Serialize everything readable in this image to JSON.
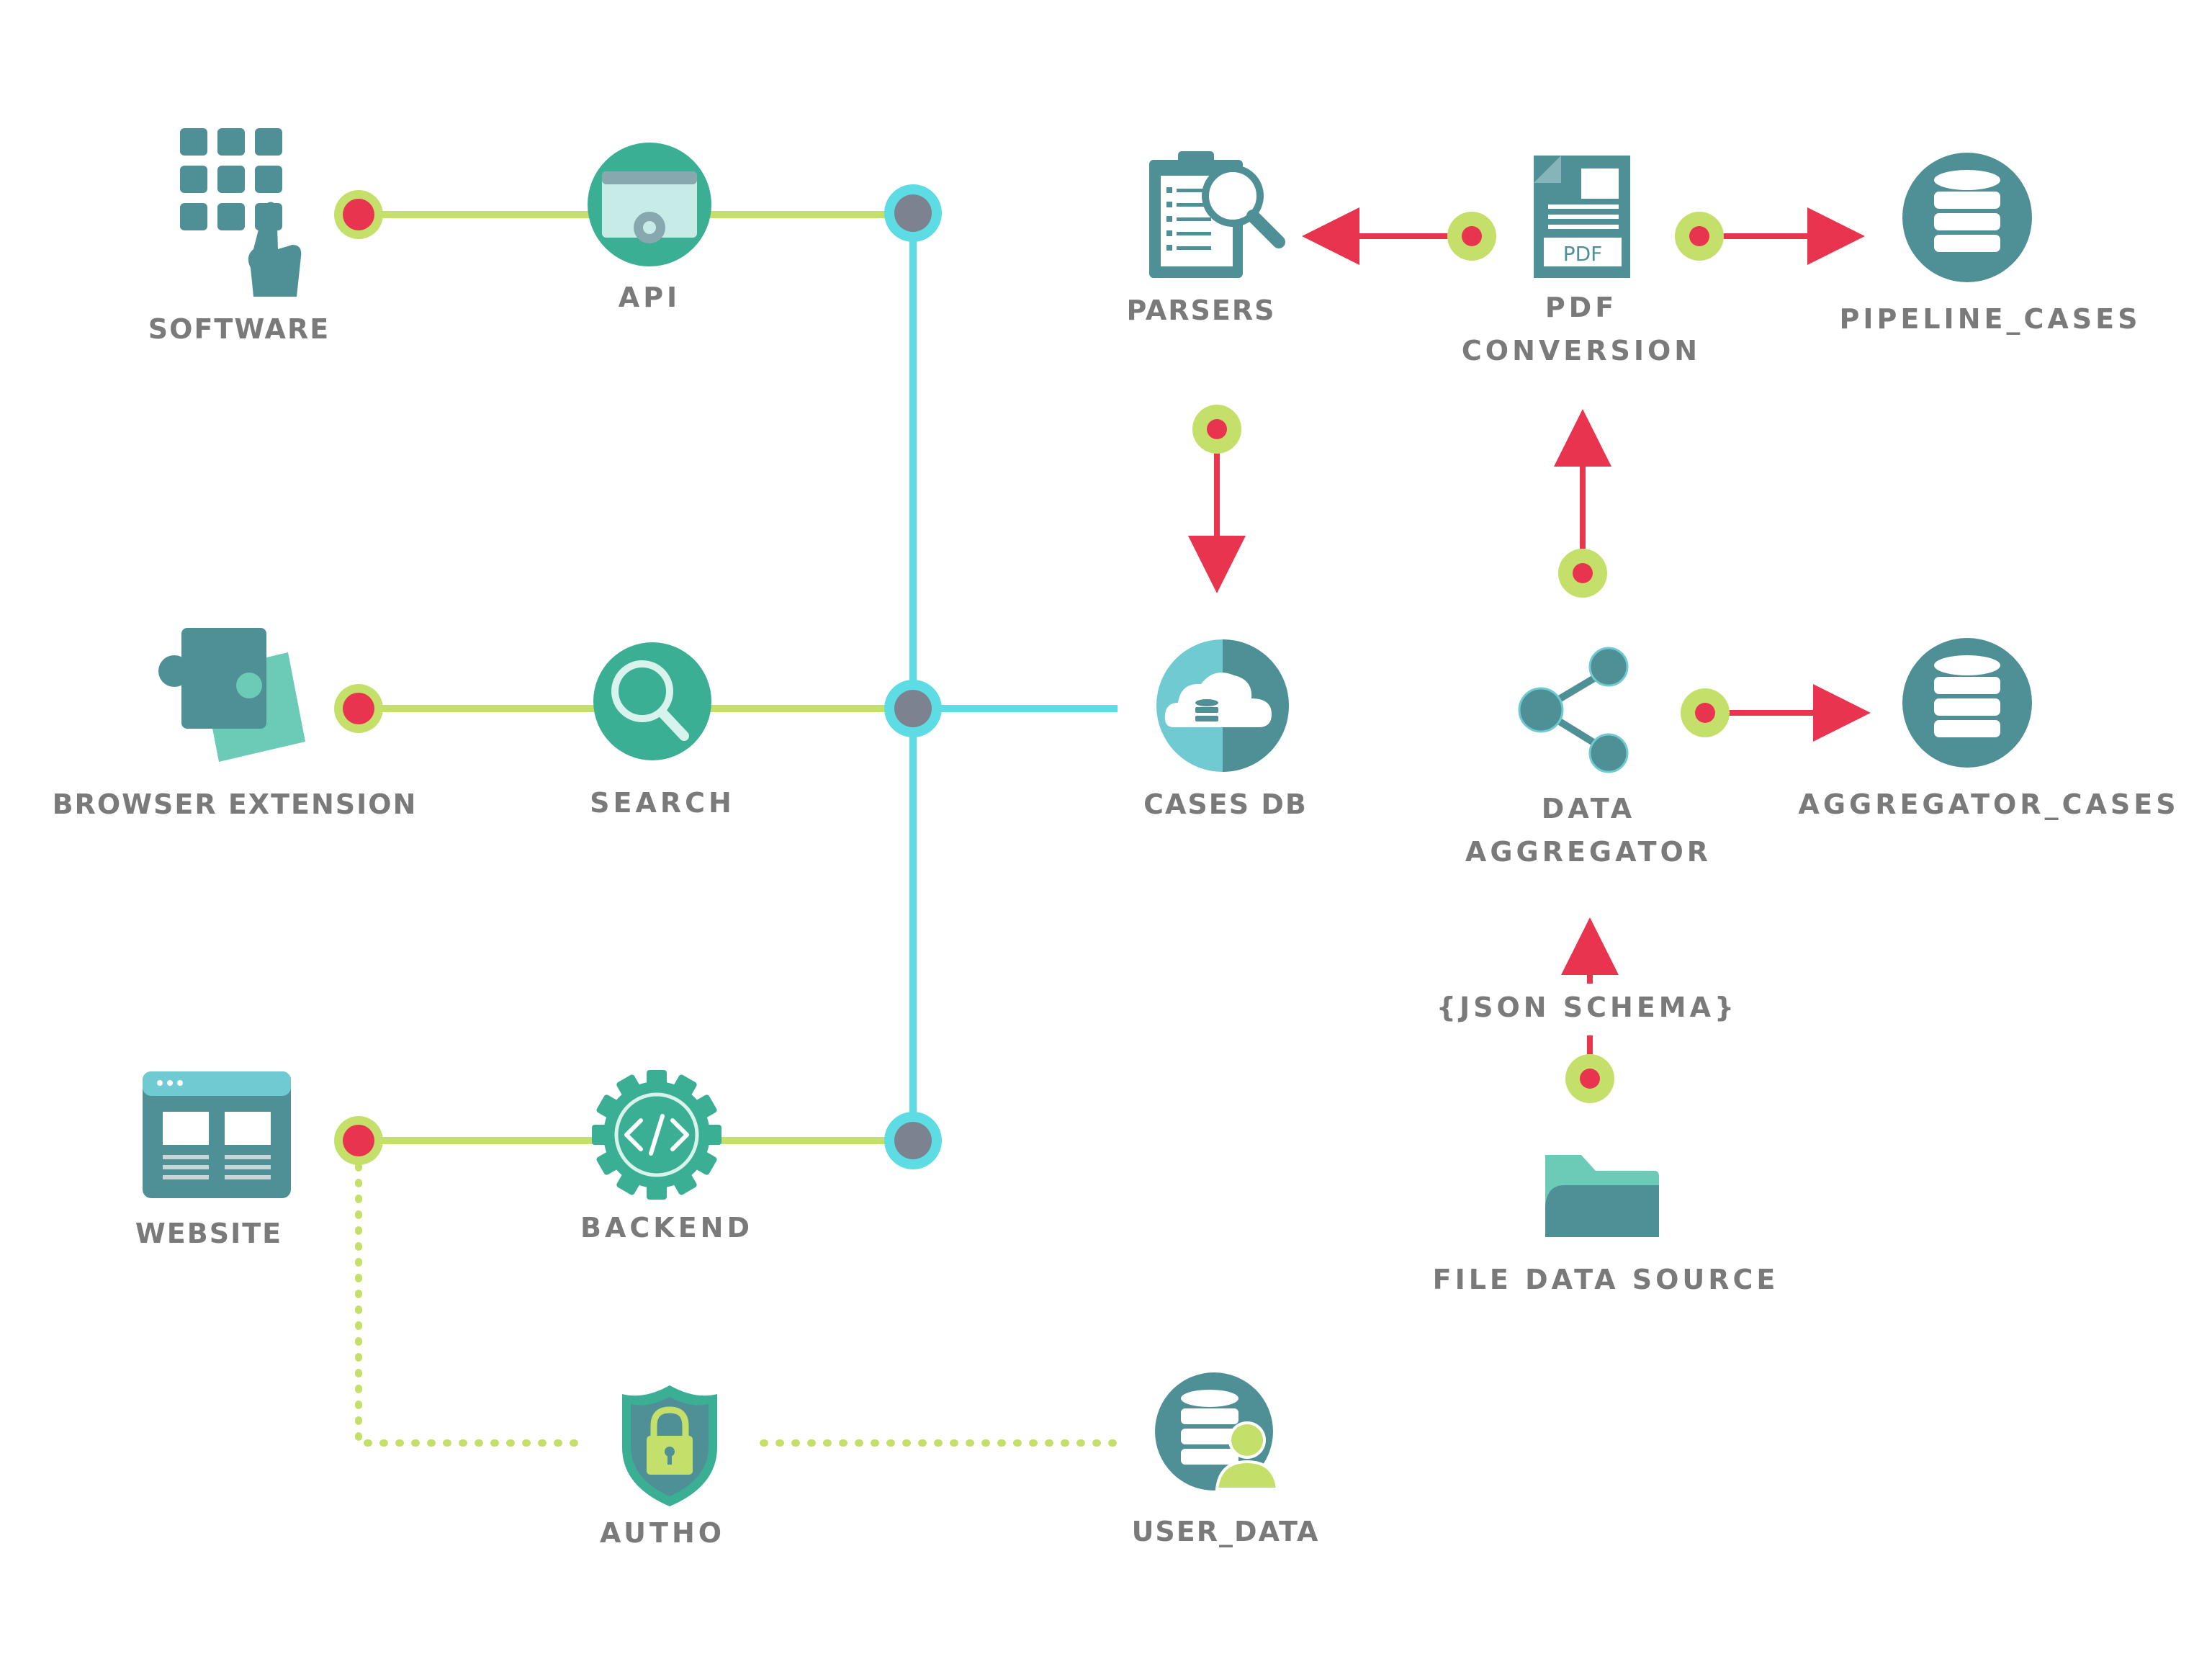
{
  "nodes": {
    "software": {
      "label": "SOFTWARE"
    },
    "api": {
      "label": "API"
    },
    "browser_extension": {
      "label": "BROWSER EXTENSION"
    },
    "search": {
      "label": "SEARCH"
    },
    "website": {
      "label": "WEBSITE"
    },
    "backend": {
      "label": "BACKEND"
    },
    "autho": {
      "label": "AUTHO"
    },
    "user_data": {
      "label": "USER_DATA"
    },
    "parsers": {
      "label": "PARSERS"
    },
    "pdf_conversion": {
      "label_line1": "PDF",
      "label_line2": "CONVERSION",
      "icon_text": "PDF"
    },
    "pipeline_cases": {
      "label": "PIPELINE_CASES"
    },
    "cases_db": {
      "label": "CASES DB"
    },
    "data_aggregator": {
      "label_line1": "DATA",
      "label_line2": "AGGREGATOR"
    },
    "aggregator_cases": {
      "label": "AGGREGATOR_CASES"
    },
    "json_schema": {
      "label": "{JSON SCHEMA}"
    },
    "file_data_source": {
      "label": "FILE DATA SOURCE"
    }
  },
  "colors": {
    "teal": "#4f9097",
    "teal_light": "#6bcbb6",
    "cyan_bus": "#5ddde3",
    "lime": "#c5e06a",
    "red": "#e8344e",
    "hub_gray": "#7b8290",
    "label_gray": "#7a7a7a"
  },
  "icons": {
    "software": "keypad-icon",
    "api": "browser-gear-icon",
    "browser_extension": "puzzle-icon",
    "search": "magnifier-icon",
    "website": "web-layout-icon",
    "backend": "code-gear-icon",
    "autho": "shield-lock-icon",
    "user_data": "database-user-icon",
    "parsers": "clipboard-search-icon",
    "pdf_conversion": "pdf-document-icon",
    "pipeline_cases": "database-icon",
    "cases_db": "cloud-database-icon",
    "data_aggregator": "share-icon",
    "aggregator_cases": "database-icon",
    "file_data_source": "folder-icon"
  }
}
